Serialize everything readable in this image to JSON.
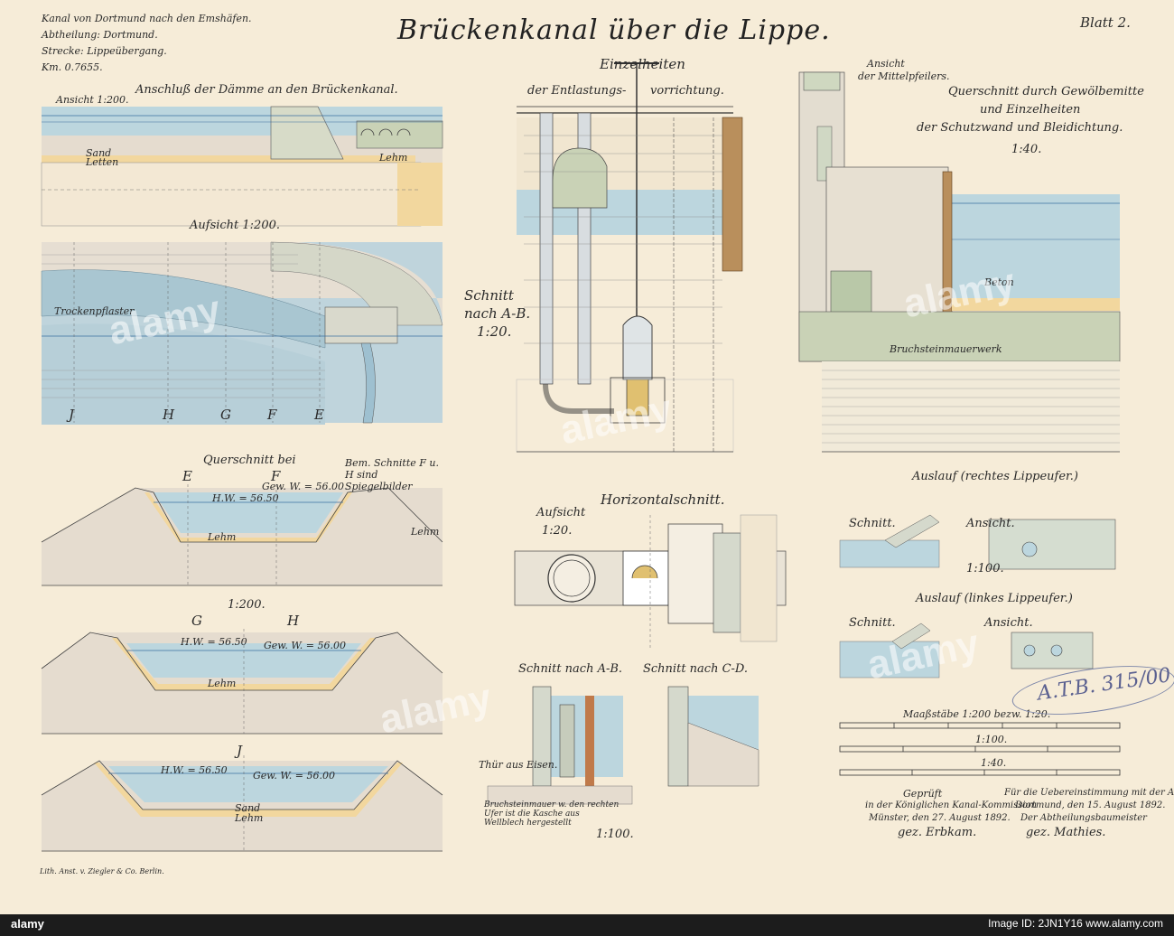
{
  "header": {
    "left_lines": [
      "Kanal von Dortmund nach den Emshäfen.",
      "Abtheilung: Dortmund.",
      "Strecke: Lippeübergang.",
      "Km. 0.7655."
    ],
    "title": "Brückenkanal über die Lippe.",
    "sheet": "Blatt 2."
  },
  "left_panel": {
    "heading": "Anschluß der Dämme an den Brückenkanal.",
    "view1": "Ansicht 1:200.",
    "view2": "Aufsicht 1:200.",
    "section_heading": "Querschnitt bei",
    "section_note": "Bem. Schnitte F u. H sind Spiegelbilder",
    "scale_200": "1:200.",
    "labels_EF": [
      "E",
      "F"
    ],
    "labels_GH": [
      "G",
      "H"
    ],
    "label_J": "J",
    "plan_letters": [
      "J",
      "H",
      "G",
      "F",
      "E"
    ],
    "water_hw": "H.W. = 56.50",
    "water_gew": "Gew. W. = 56.00",
    "material_lehm": "Lehm",
    "material_sand": "Sand",
    "material_letten": "Letten",
    "trockenpflaster": "Trockenpflaster"
  },
  "mid_panel": {
    "heading_1": "Einzelheiten",
    "heading_2": "der Entlastungs-",
    "heading_3": "vorrichtung.",
    "section_ab": "Schnitt",
    "section_ab2": "nach A-B.",
    "scale_20": "1:20.",
    "horiz": "Horizontalschnitt.",
    "aufsicht": "Aufsicht",
    "aufsicht_scale": "1:20.",
    "cut_ab": "Schnitt nach A-B.",
    "cut_cd": "Schnitt nach C-D.",
    "scale_100": "1:100.",
    "note_door": "Thür aus Eisen.",
    "note_bottom": "Bruchsteinmauer w. den rechten Ufer ist die Kasche aus Wellblech hergestellt"
  },
  "right_panel": {
    "ansicht_1": "Ansicht",
    "ansicht_2": "der Mittelpfeilers.",
    "cross_1": "Querschnitt durch Gewölbemitte",
    "cross_2": "und Einzelheiten",
    "cross_3": "der Schutzwand und Bleidichtung.",
    "cross_scale": "1:40.",
    "mauerwerk": "Bruchsteinmauerwerk",
    "beton": "Beton",
    "auslauf_right": "Auslauf (rechtes Lippeufer.)",
    "auslauf_left": "Auslauf (linkes Lippeufer.)",
    "schnitt": "Schnitt.",
    "ansicht": "Ansicht.",
    "scale_100": "1:100.",
    "massstaebe": "Maaßstäbe 1:200 bezw. 1:20.",
    "scale_100b": "1:100.",
    "scale_40": "1:40.",
    "sig_left_1": "Geprüft",
    "sig_left_2": "in der Königlichen Kanal-Kommission",
    "sig_left_3": "Münster, den 27. August 1892.",
    "sig_left_4": "gez. Erbkam.",
    "sig_right_1": "Für die Uebereinstimmung mit der Ausführung.",
    "sig_right_2": "Dortmund, den 15. August 1892.",
    "sig_right_3": "Der Abtheilungsbaumeister",
    "sig_right_4": "gez. Mathies.",
    "stamp": "A.T.B. 315/00"
  },
  "imprint": "Lith. Anst. v. Ziegler & Co. Berlin.",
  "watermark": "alamy",
  "stock_bar": {
    "logo": "alamy",
    "ids": "Image ID: 2JN1Y16  www.alamy.com"
  },
  "colors": {
    "paper": "#f6ecd8",
    "water": "#bcd6de",
    "earth": "#e5dccf",
    "sand": "#f2d79e",
    "stone": "#c9d2b6",
    "ink": "#2a2a2a"
  }
}
